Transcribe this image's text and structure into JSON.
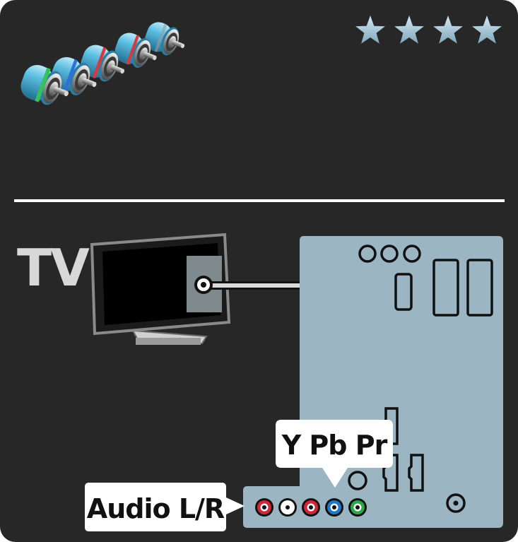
{
  "rating": {
    "stars": 4,
    "max": 4
  },
  "labels": {
    "tv": "TV",
    "component_video": "Y Pb Pr",
    "audio": "Audio L/R"
  },
  "colors": {
    "background": "#272727",
    "panel": "#9bb5c2",
    "divider": "#ffffff",
    "star": "#9fbfd0",
    "connector_cyan": "#4fb4d8",
    "ring_green": "#34c35a",
    "ring_blue": "#2f6fd8",
    "ring_red": "#d83840",
    "audio_red": "#d0263a",
    "audio_white": "#ffffff",
    "video_red": "#d0263a",
    "video_blue": "#1e78c8",
    "video_green": "#2aa84a"
  },
  "jacks": [
    {
      "group": "audio",
      "name": "audio-left-jack",
      "color": "#d0263a"
    },
    {
      "group": "audio",
      "name": "audio-right-jack",
      "color": "#ffffff"
    },
    {
      "group": "video",
      "name": "pr-jack",
      "color": "#d0263a"
    },
    {
      "group": "video",
      "name": "pb-jack",
      "color": "#1e78c8"
    },
    {
      "group": "video",
      "name": "y-jack",
      "color": "#2aa84a"
    }
  ]
}
